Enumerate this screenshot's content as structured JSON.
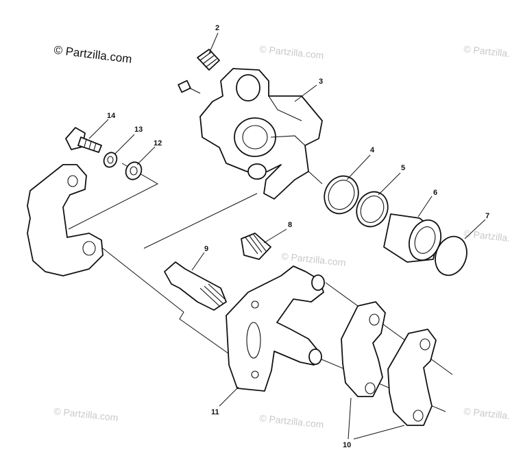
{
  "brand": "© Partzilla.com",
  "watermark": "© Partzilla.com",
  "callouts": {
    "c2": "2",
    "c3": "3",
    "c4": "4",
    "c5": "5",
    "c6": "6",
    "c7": "7",
    "c8": "8",
    "c9": "9",
    "c10": "10",
    "c11": "11",
    "c12": "12",
    "c13": "13",
    "c14": "14"
  }
}
